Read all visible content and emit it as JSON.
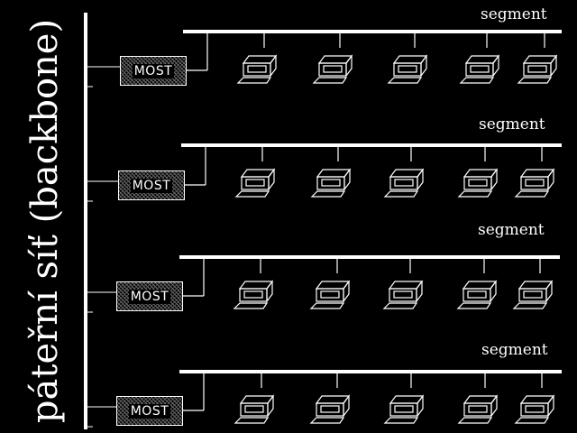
{
  "diagram": {
    "backbone_label": "páteřní síť (backbone)",
    "bridge_label": "MOST",
    "segments": [
      {
        "label": "segment",
        "computers": 5
      },
      {
        "label": "segment",
        "computers": 5
      },
      {
        "label": "segment",
        "computers": 5
      },
      {
        "label": "segment",
        "computers": 5
      }
    ]
  },
  "colors": {
    "background": "#000000",
    "foreground": "#ffffff"
  }
}
